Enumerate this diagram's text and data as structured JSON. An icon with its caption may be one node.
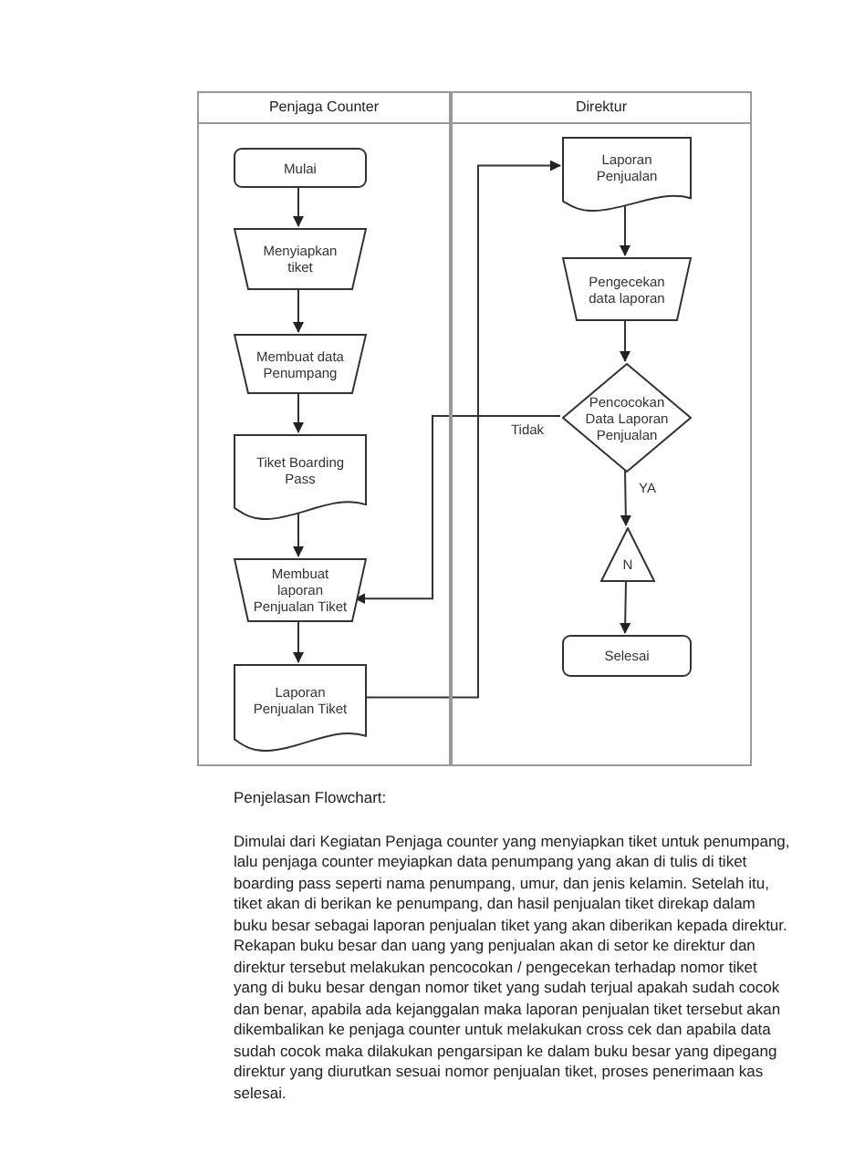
{
  "diagram": {
    "nodes": [
      {
        "text": [
          "Penjaga Counter"
        ]
      },
      {
        "text": [
          "Direktur"
        ]
      },
      {
        "text": [
          "Mulai"
        ],
        "in": 0
      },
      {
        "text": [
          "Menyiapkan tiket"
        ],
        "in": 0
      },
      {
        "text": [
          "Membuat data Penumpang"
        ],
        "in": 0
      },
      {
        "text": [
          "Tiket Boarding Pass"
        ],
        "in": 0
      },
      {
        "text": [
          "Membuat laporan Penjualan Tiket"
        ],
        "in": 0
      },
      {
        "text": [
          "Laporan Penjualan Tiket"
        ],
        "in": 0
      },
      {
        "text": [
          "Laporan Penjualan"
        ],
        "in": 1
      },
      {
        "text": [
          "Pengecekan data laporan"
        ],
        "in": 1
      },
      {
        "text": [
          "Pencocokan Data Laporan Penjualan"
        ],
        "in": 1
      },
      {
        "text": [
          "N"
        ],
        "in": 1
      },
      {
        "text": [
          "Selesai"
        ],
        "in": 1
      }
    ],
    "edges": [
      {
        "from": 2,
        "to": 3,
        "arrow": "to"
      },
      {
        "from": 3,
        "to": 4,
        "arrow": "to"
      },
      {
        "from": 4,
        "to": 5,
        "arrow": "to"
      },
      {
        "from": 5,
        "to": 6,
        "arrow": "to"
      },
      {
        "from": 6,
        "to": 7,
        "arrow": "to"
      },
      {
        "from": 7,
        "to": 8,
        "arrow": "to"
      },
      {
        "from": 8,
        "to": 9,
        "arrow": "to"
      },
      {
        "from": 9,
        "to": 10,
        "arrow": "to"
      },
      {
        "from": 10,
        "to": 6,
        "arrow": "to",
        "label": "Tidak"
      },
      {
        "from": 10,
        "to": 11,
        "arrow": "to",
        "label": "YA"
      },
      {
        "from": 11,
        "to": 12,
        "arrow": "to"
      }
    ],
    "labels": [
      "Penjelasan Flowchart:",
      "Dimulai dari Kegiatan Penjaga counter yang menyiapkan tiket untuk penumpang, lalu penjaga counter meyiapkan data penumpang yang akan di tulis di tiket boarding pass seperti nama penumpang, umur, dan jenis kelamin. Setelah itu, tiket akan di berikan ke penumpang, dan hasil penjualan tiket direkap dalam buku besar sebagai laporan penjualan tiket yang akan diberikan kepada direktur. Rekapan buku besar dan uang yang penjualan akan di setor ke direktur dan direktur tersebut melakukan pencocokan / pengecekan terhadap nomor tiket yang di buku besar dengan nomor tiket yang sudah terjual apakah sudah cocok dan benar, apabila ada kejanggalan maka laporan penjualan tiket tersebut akan dikembalikan ke penjaga counter untuk melakukan cross cek dan apabila data sudah cocok maka dilakukan pengarsipan ke dalam buku besar yang dipegang direktur yang diurutkan sesuai nomor penjualan tiket, proses penerimaan kas selesai."
    ]
  }
}
